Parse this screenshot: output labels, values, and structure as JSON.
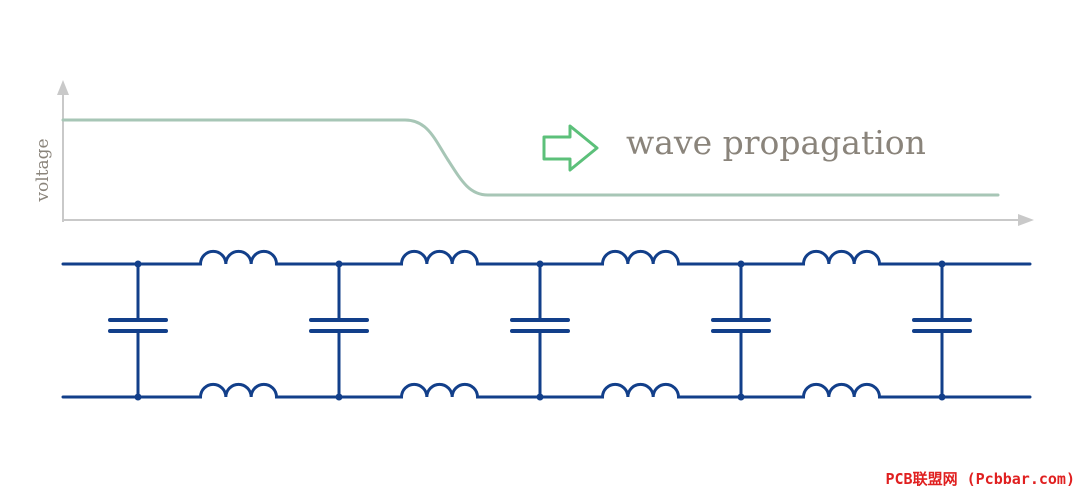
{
  "labels": {
    "y_axis": "voltage",
    "propagation": "wave propagation",
    "watermark": "PCB联盟网 (Pcbbar.com)"
  },
  "circuit": {
    "sections": 5
  },
  "colors": {
    "axis": "#c9c9c9",
    "waveform": "#a7c6b6",
    "arrow": "#5cc07a",
    "circuit": "#123f8a",
    "label": "#8a847b",
    "watermark": "#e02020"
  },
  "icons": {
    "direction": "right-arrow-outline-icon"
  }
}
